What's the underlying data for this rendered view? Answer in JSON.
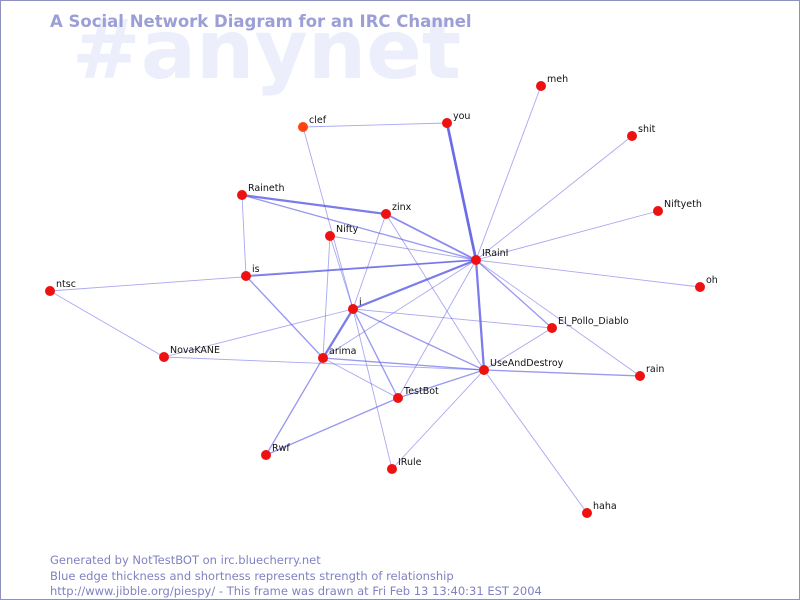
{
  "title": "A Social Network Diagram for an IRC Channel",
  "watermark": "#anynet",
  "footer": {
    "line1": "Generated by NotTestBOT on irc.bluecherry.net",
    "line2": "Blue edge thickness and shortness represents strength of relationship",
    "line3": "http://www.jibble.org/piespy/ - This frame was drawn at Fri Feb 13 13:40:31 EST 2004"
  },
  "colors": {
    "node": "#ee1111",
    "node_highlight": "#ff4411",
    "edge": "#5a5ae6",
    "title": "#9c9fd6",
    "watermark": "#eceefb",
    "footer": "#7f82c2",
    "border": "#9090c0"
  },
  "nodes": [
    {
      "id": "meh",
      "label": "meh"
    },
    {
      "id": "you",
      "label": "you"
    },
    {
      "id": "clef",
      "label": "clef",
      "highlight": true
    },
    {
      "id": "shit",
      "label": "shit"
    },
    {
      "id": "Raineth",
      "label": "Raineth"
    },
    {
      "id": "zinx",
      "label": "zinx"
    },
    {
      "id": "Niftyeth",
      "label": "Niftyeth"
    },
    {
      "id": "Nifty",
      "label": "Nifty"
    },
    {
      "id": "IRainI",
      "label": "IRainI"
    },
    {
      "id": "is",
      "label": "is"
    },
    {
      "id": "ntsc",
      "label": "ntsc"
    },
    {
      "id": "oh",
      "label": "oh"
    },
    {
      "id": "i",
      "label": "i"
    },
    {
      "id": "El_Pollo_Diablo",
      "label": "El_Pollo_Diablo"
    },
    {
      "id": "NovaKANE",
      "label": "NovaKANE"
    },
    {
      "id": "arima",
      "label": "arima"
    },
    {
      "id": "UseAndDestroy",
      "label": "UseAndDestroy"
    },
    {
      "id": "rain",
      "label": "rain"
    },
    {
      "id": "TestBot",
      "label": "TestBot"
    },
    {
      "id": "Rwf",
      "label": "Rwf"
    },
    {
      "id": "IRule",
      "label": "IRule"
    },
    {
      "id": "haha",
      "label": "haha"
    }
  ],
  "edges": [
    {
      "source": "IRainI",
      "target": "meh",
      "strength": 1
    },
    {
      "source": "IRainI",
      "target": "you",
      "strength": 3
    },
    {
      "source": "IRainI",
      "target": "shit",
      "strength": 1
    },
    {
      "source": "IRainI",
      "target": "Niftyeth",
      "strength": 1
    },
    {
      "source": "IRainI",
      "target": "oh",
      "strength": 1
    },
    {
      "source": "IRainI",
      "target": "zinx",
      "strength": 2
    },
    {
      "source": "IRainI",
      "target": "Nifty",
      "strength": 1
    },
    {
      "source": "IRainI",
      "target": "is",
      "strength": 2
    },
    {
      "source": "IRainI",
      "target": "i",
      "strength": 2.5
    },
    {
      "source": "IRainI",
      "target": "El_Pollo_Diablo",
      "strength": 1.5
    },
    {
      "source": "IRainI",
      "target": "UseAndDestroy",
      "strength": 2.5
    },
    {
      "source": "IRainI",
      "target": "rain",
      "strength": 1
    },
    {
      "source": "IRainI",
      "target": "arima",
      "strength": 1
    },
    {
      "source": "IRainI",
      "target": "TestBot",
      "strength": 1
    },
    {
      "source": "IRainI",
      "target": "ntsc",
      "strength": 1
    },
    {
      "source": "Raineth",
      "target": "zinx",
      "strength": 2.5
    },
    {
      "source": "Raineth",
      "target": "is",
      "strength": 1
    },
    {
      "source": "Raineth",
      "target": "IRainI",
      "strength": 1.5
    },
    {
      "source": "zinx",
      "target": "i",
      "strength": 1
    },
    {
      "source": "zinx",
      "target": "UseAndDestroy",
      "strength": 1
    },
    {
      "source": "clef",
      "target": "you",
      "strength": 1
    },
    {
      "source": "clef",
      "target": "i",
      "strength": 1
    },
    {
      "source": "Nifty",
      "target": "i",
      "strength": 1
    },
    {
      "source": "Nifty",
      "target": "arima",
      "strength": 1
    },
    {
      "source": "ntsc",
      "target": "NovaKANE",
      "strength": 1
    },
    {
      "source": "is",
      "target": "arima",
      "strength": 1.5
    },
    {
      "source": "i",
      "target": "arima",
      "strength": 2.5
    },
    {
      "source": "i",
      "target": "NovaKANE",
      "strength": 1
    },
    {
      "source": "i",
      "target": "El_Pollo_Diablo",
      "strength": 1
    },
    {
      "source": "i",
      "target": "UseAndDestroy",
      "strength": 1.5
    },
    {
      "source": "i",
      "target": "TestBot",
      "strength": 1.5
    },
    {
      "source": "i",
      "target": "IRule",
      "strength": 1
    },
    {
      "source": "NovaKANE",
      "target": "UseAndDestroy",
      "strength": 1
    },
    {
      "source": "arima",
      "target": "UseAndDestroy",
      "strength": 1.5
    },
    {
      "source": "arima",
      "target": "TestBot",
      "strength": 1
    },
    {
      "source": "arima",
      "target": "Rwf",
      "strength": 1.5
    },
    {
      "source": "UseAndDestroy",
      "target": "rain",
      "strength": 1.5
    },
    {
      "source": "UseAndDestroy",
      "target": "TestBot",
      "strength": 1.5
    },
    {
      "source": "UseAndDestroy",
      "target": "El_Pollo_Diablo",
      "strength": 1
    },
    {
      "source": "UseAndDestroy",
      "target": "haha",
      "strength": 1
    },
    {
      "source": "UseAndDestroy",
      "target": "IRule",
      "strength": 1
    },
    {
      "source": "TestBot",
      "target": "Rwf",
      "strength": 1.5
    }
  ]
}
